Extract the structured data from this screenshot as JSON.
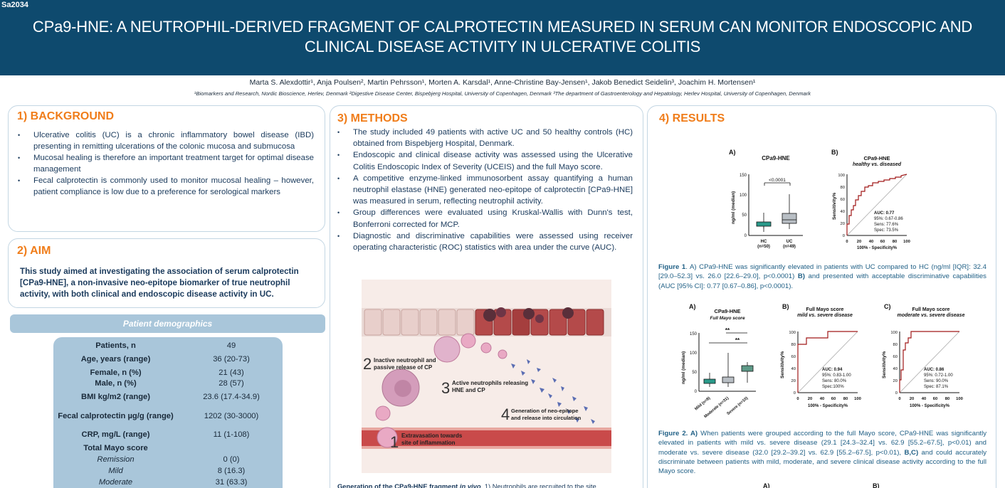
{
  "poster_id": "Sa2034",
  "title": "CPa9-HNE: A NEUTROPHIL-DERIVED FRAGMENT OF CALPROTECTIN MEASURED IN SERUM CAN MONITOR ENDOSCOPIC AND CLINICAL DISEASE ACTIVITY IN ULCERATIVE COLITIS",
  "authors": "Marta S. Alexdottir¹, Anja Poulsen², Martin Pehrsson¹, Morten A. Karsdal¹, Anne-Christine Bay-Jensen¹, Jakob Benedict Seidelin³, Joachim H. Mortensen¹",
  "affiliations": "¹Biomarkers and Research, Nordic Bioscience, Herlev, Denmark ²Digestive Disease Center, Bispebjerg Hospital, University of Copenhagen, Denmark ³The department of Gastroenterology and Hepatology, Herlev Hospital, University of Copenhagen, Denmark",
  "background": {
    "title": "1) BACKGROUND",
    "items": [
      "Ulcerative colitis (UC) is a chronic inflammatory bowel disease (IBD) presenting in remitting ulcerations of the colonic mucosa and submucosa",
      "Mucosal healing is therefore an important treatment target for optimal disease management",
      "Fecal calprotectin is commonly used to monitor mucosal healing – however, patient compliance is low due to a preference for serological markers"
    ]
  },
  "aim": {
    "title": "2) AIM",
    "text": "This study aimed at investigating the association of serum calprotectin [CPa9-HNE], a non-invasive neo-epitope biomarker of true neutrophil activity, with both clinical and endoscopic disease activity in UC."
  },
  "demographics": {
    "title": "Patient demographics",
    "rows": [
      {
        "label": "Patients, n",
        "value": "49",
        "italic": false
      },
      {
        "label": "Age, years (range)",
        "value": "36 (20-73)",
        "italic": false
      },
      {
        "label": "Female, n (%)",
        "value": "21 (43)",
        "italic": false
      },
      {
        "label": "Male, n (%)",
        "value": "28 (57)",
        "italic": false
      },
      {
        "label": "BMI kg/m2 (range)",
        "value": "23.6 (17.4-34.9)",
        "italic": false
      },
      {
        "label": "Fecal calprotectin µg/g (range)",
        "value": "1202 (30-3000)",
        "italic": false
      },
      {
        "label": "CRP, mg/L (range)",
        "value": "11 (1-108)",
        "italic": false
      },
      {
        "label": "Total Mayo score",
        "value": "",
        "italic": false
      },
      {
        "label": "Remission",
        "value": "0 (0)",
        "italic": true
      },
      {
        "label": "Mild",
        "value": "8 (16.3)",
        "italic": true
      },
      {
        "label": "Moderate",
        "value": "31 (63.3)",
        "italic": true
      }
    ]
  },
  "methods": {
    "title": "3) METHODS",
    "items": [
      "The study included 49 patients with active UC and 50 healthy controls (HC) obtained from Bispebjerg Hospital, Denmark.",
      "Endoscopic and clinical disease activity was assessed using the Ulcerative Colitis Endoscopic Index of Severity (UCEIS) and the full Mayo score.",
      "A competitive enzyme-linked immunosorbent assay quantifying a human neutrophil elastase (HNE) generated neo-epitope of calprotectin [CPa9-HNE] was measured in serum, reflecting neutrophil activity.",
      "Group differences were evaluated using Kruskal-Wallis with Dunn's test, Bonferroni corrected for MCP.",
      "Diagnostic and discriminative capabilities were assessed using receiver operating characteristic (ROC) statistics with area under the curve (AUC)."
    ],
    "diagram": {
      "step1": {
        "num": "1",
        "line1": "Extravasation towards",
        "line2": "site of inflammation"
      },
      "step2": {
        "num": "2",
        "line1": "Inactive neutrophil and",
        "line2": "passive release of CP"
      },
      "step3": {
        "num": "3",
        "line1": "Active neutrophils releasing",
        "line2": "HNE and CP"
      },
      "step4": {
        "num": "4",
        "line1": "Generation of neo-epitope",
        "line2": "and release into circulation"
      }
    },
    "caption_bold": "Generation of the CPa9-HNE fragment ",
    "caption_italic": "in vivo",
    "caption_rest": ". 1) Neutrophils are recruited to the site"
  },
  "results": {
    "title": "4) RESULTS",
    "fig1": {
      "panel_a": {
        "letter": "A)",
        "title": "CPa9-HNE",
        "ylabel": "ng/ml (median)",
        "pval": "<0.0001",
        "groups": [
          "HC",
          "UC"
        ],
        "ns": [
          "(n=50)",
          "(n=49)"
        ],
        "ticks": [
          "0",
          "50",
          "100",
          "150"
        ]
      },
      "panel_b": {
        "letter": "B)",
        "title": "CPa9-HNE",
        "subtitle": "healthy vs. diseased",
        "ylabel": "Sensitivity%",
        "xlabel": "100% - Specificity%",
        "ticks": [
          "0",
          "20",
          "40",
          "60",
          "80",
          "100"
        ],
        "stats": [
          "AUC: 0.77",
          "95%: 0.67-0.86",
          "Sens: 77.6%",
          "Spec: 73.5%"
        ]
      },
      "caption_label": "Figure 1",
      "caption": ". A) CPa9-HNE was significantly elevated in patients with UC compared to HC (ng/ml [IQR]: 32.4 [29.0–52.3] vs. 26.0 [22.6–29.0], p<0.0001) ",
      "caption_b": "B)",
      "caption_end": " and presented with acceptable discriminative capabilities (AUC [95% CI]: 0.77 [0.67–0.86], p<0.0001)."
    },
    "fig2": {
      "panel_a": {
        "letter": "A)",
        "title": "CPa9-HNE",
        "subtitle": "Full Mayo score",
        "ylabel": "ng/ml (median)",
        "sig1": "**",
        "sig2": "**",
        "groups": [
          "Mild (n=8)",
          "Moderate (n=31)",
          "Severe (n=10)"
        ],
        "ticks": [
          "0",
          "50",
          "100",
          "150"
        ]
      },
      "panel_b": {
        "letter": "B)",
        "title": "Full Mayo score",
        "subtitle": "mild vs. severe disease",
        "ylabel": "Sensitivity%",
        "xlabel": "100% - Specificity%",
        "stats": [
          "AUC: 0.94",
          "95%: 0.83-1.00",
          "Sens: 80.0%",
          "Spec:100%"
        ]
      },
      "panel_c": {
        "letter": "C)",
        "title": "Full Mayo score",
        "subtitle": "moderate vs. severe disease",
        "ylabel": "Sensitivity%",
        "xlabel": "100% - Specificity%",
        "stats": [
          "AUC: 0.86",
          "95%: 0.72-1.00",
          "Sens: 90.0%",
          "Spec: 87.1%"
        ]
      },
      "caption_label": "Figure 2. A)",
      "caption": " When patients were grouped according to the full Mayo score, CPa9-HNE was significantly elevated in patients with mild vs. severe disease (29.1 [24.3–32.4] vs. 62.9 [55.2–67.5], p<0.01) and moderate vs. severe disease (32.0 [29.2–39.2] vs. 62.9 [55.2–67.5], p<0.01), ",
      "caption_bc": "B,C)",
      "caption_end": " and could accurately discriminate between patients with mild, moderate, and severe clinical disease activity according to the full Mayo score."
    },
    "fig3_letters": [
      "A)",
      "B)"
    ]
  }
}
